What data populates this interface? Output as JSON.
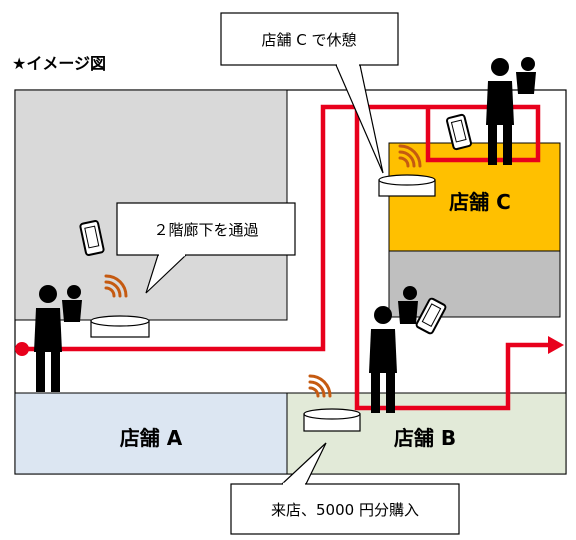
{
  "heading": "★イメージ図",
  "stores": {
    "a": "店舗 A",
    "b": "店舗 B",
    "c": "店舗 C"
  },
  "callouts": {
    "rest_c": "店舗 C で休憩",
    "corridor": "２階廊下を通過",
    "purchase": "来店、5000 円分購入"
  },
  "colors": {
    "route": "#e8001c",
    "store_a": "#dce6f2",
    "store_b": "#e2ead8",
    "store_c": "#ffc000",
    "area_gray": "#d9d9d9",
    "area_gray_dark": "#bfbfbf",
    "signal": "#c55a11"
  }
}
